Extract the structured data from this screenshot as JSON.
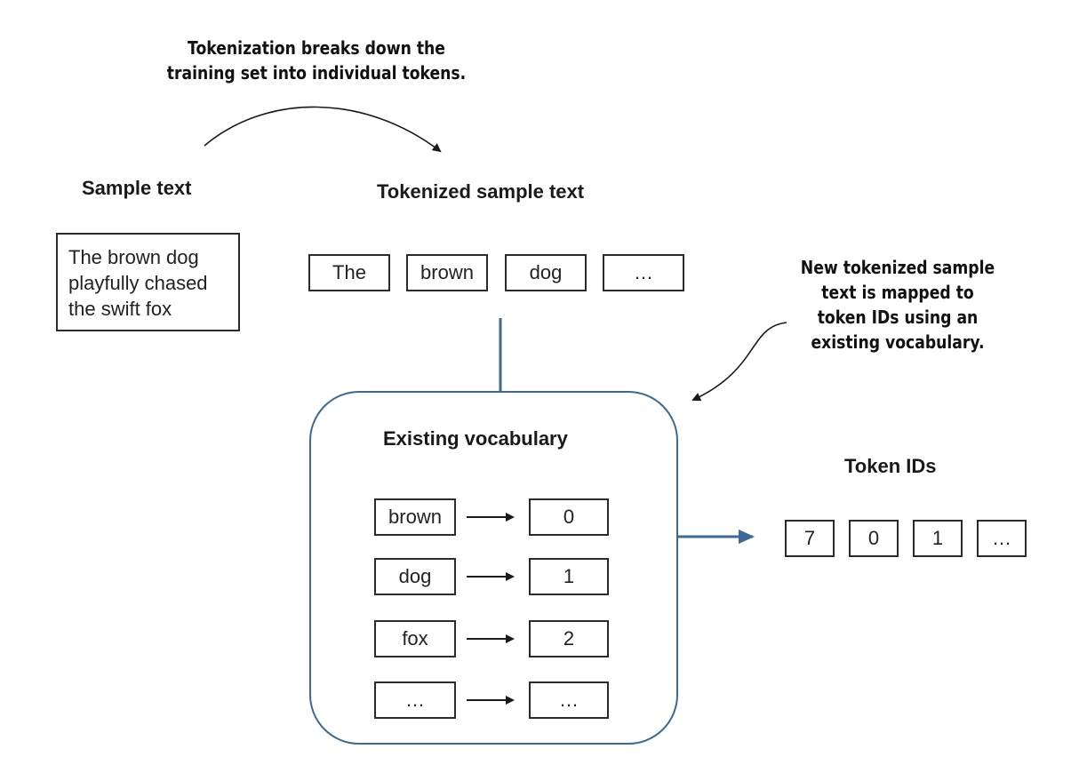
{
  "annotations": {
    "tokenization_line1": "Tokenization breaks down the",
    "tokenization_line2": "training set into individual tokens.",
    "mapping_lines": [
      "New tokenized sample",
      "text is mapped to",
      "token IDs using an",
      "existing vocabulary."
    ]
  },
  "sample_text": {
    "heading": "Sample text",
    "lines": [
      "The brown dog",
      "playfully chased",
      "the swift fox"
    ]
  },
  "tokenized": {
    "heading": "Tokenized sample text",
    "tokens": [
      "The",
      "brown",
      "dog",
      "…"
    ]
  },
  "vocabulary": {
    "heading": "Existing vocabulary",
    "entries": [
      {
        "token": "brown",
        "id": "0"
      },
      {
        "token": "dog",
        "id": "1"
      },
      {
        "token": "fox",
        "id": "2"
      },
      {
        "token": "…",
        "id": "…"
      }
    ]
  },
  "token_ids": {
    "heading": "Token IDs",
    "ids": [
      "7",
      "0",
      "1",
      "…"
    ]
  },
  "colors": {
    "accent_blue": "#3b6a9a",
    "box_border": "#2b2b2b",
    "text": "#222222"
  }
}
